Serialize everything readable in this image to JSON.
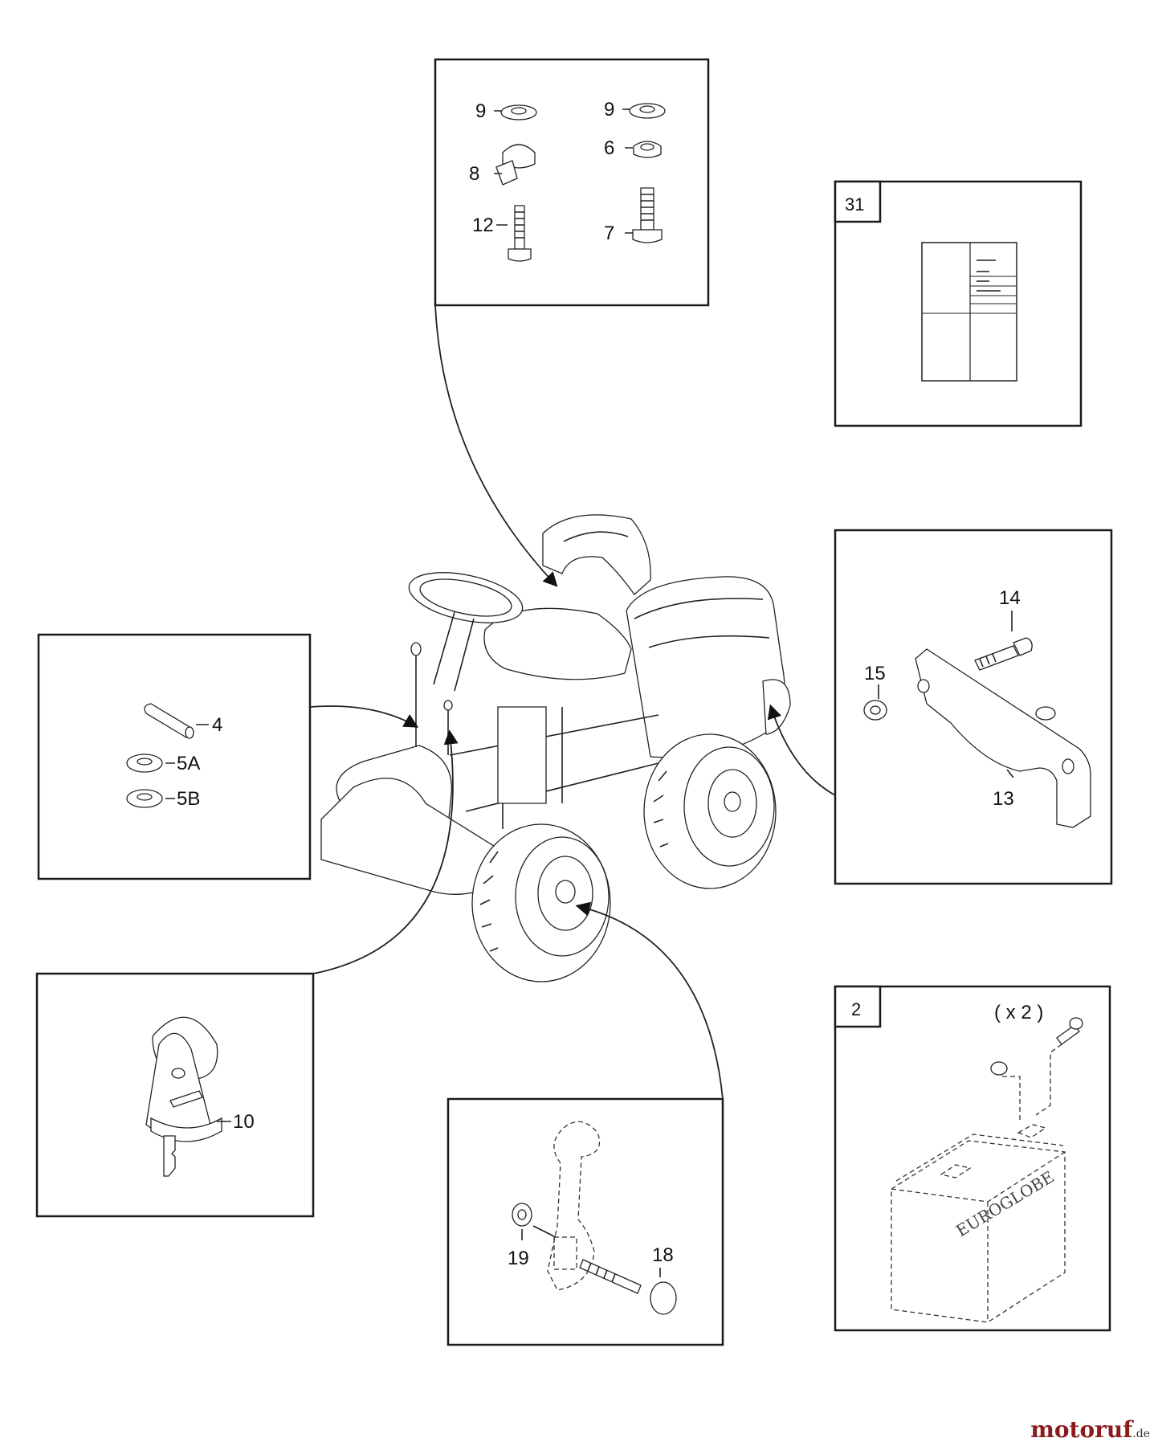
{
  "panels": {
    "top_fasteners": {
      "labels": [
        "9",
        "8",
        "12",
        "9",
        "6",
        "7"
      ]
    },
    "manual": {
      "tag": "31"
    },
    "bracket": {
      "labels": [
        "14",
        "15",
        "13"
      ]
    },
    "pins": {
      "labels": [
        "4",
        "5A",
        "5B"
      ]
    },
    "key": {
      "labels": [
        "10"
      ]
    },
    "pedal": {
      "labels": [
        "19",
        "18"
      ]
    },
    "battery": {
      "tag": "2",
      "qty": "( x 2 )",
      "brand": "EUROGLOBE"
    }
  },
  "watermark": {
    "main": "motoruf",
    "suffix": ".de"
  }
}
